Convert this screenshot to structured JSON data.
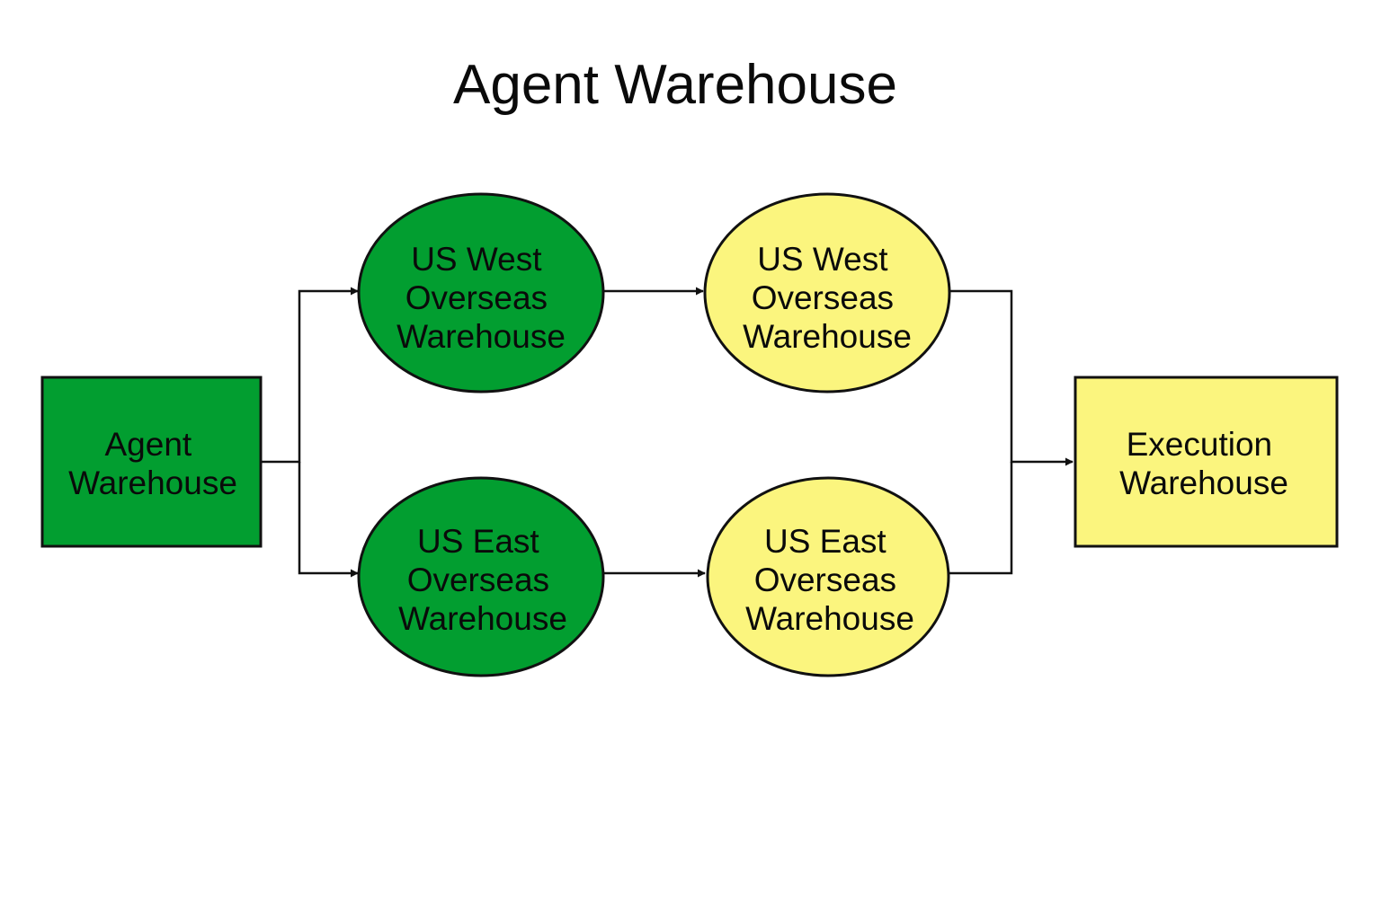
{
  "title": "Agent Warehouse",
  "colors": {
    "green": "#029e30",
    "yellow": "#fbf57e",
    "stroke": "#111111"
  },
  "nodes": [
    {
      "id": "agent",
      "shape": "rect",
      "color": "green",
      "lines": [
        "Agent",
        "Warehouse"
      ]
    },
    {
      "id": "west_green",
      "shape": "ellipse",
      "color": "green",
      "lines": [
        "US West",
        "Overseas",
        "Warehouse"
      ]
    },
    {
      "id": "east_green",
      "shape": "ellipse",
      "color": "green",
      "lines": [
        "US East",
        "Overseas",
        "Warehouse"
      ]
    },
    {
      "id": "west_yellow",
      "shape": "ellipse",
      "color": "yellow",
      "lines": [
        "US West",
        "Overseas",
        "Warehouse"
      ]
    },
    {
      "id": "east_yellow",
      "shape": "ellipse",
      "color": "yellow",
      "lines": [
        "US East",
        "Overseas",
        "Warehouse"
      ]
    },
    {
      "id": "execution",
      "shape": "rect",
      "color": "yellow",
      "lines": [
        "Execution",
        "Warehouse"
      ]
    }
  ],
  "edges": [
    {
      "from": "agent",
      "to": "west_green"
    },
    {
      "from": "agent",
      "to": "east_green"
    },
    {
      "from": "west_green",
      "to": "west_yellow"
    },
    {
      "from": "east_green",
      "to": "east_yellow"
    },
    {
      "from": "west_yellow",
      "to": "execution"
    },
    {
      "from": "east_yellow",
      "to": "execution"
    }
  ]
}
